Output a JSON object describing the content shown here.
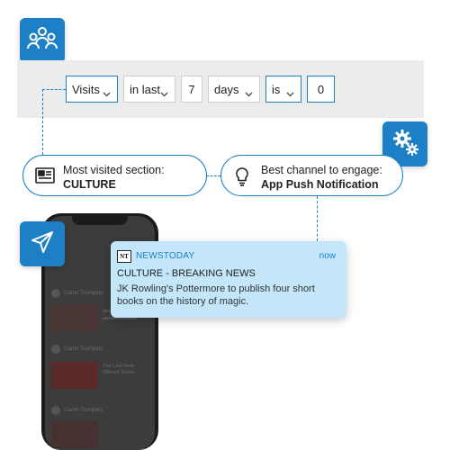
{
  "badges": {
    "audience": "people-group-icon",
    "settings": "gears-icon",
    "send": "paper-plane-icon"
  },
  "filter": {
    "metric": "Visits",
    "period": "in last",
    "amount": "7",
    "unit": "days",
    "operator": "is",
    "value": "0"
  },
  "insights": {
    "section_label": "Most visited section:",
    "section_value": "CULTURE",
    "channel_label": "Best channel to engage:",
    "channel_value": "App Push Notification"
  },
  "notification": {
    "logo": "NT",
    "app_name": "NEWSTODAY",
    "time": "now",
    "title": "CULTURE - BREAKING NEWS",
    "body": "JK Rowling's Pottermore to publish four short books on the history of magic."
  },
  "phone_feed": {
    "source_1": "Carter Trumpets",
    "source_2": "Carter Trumpets",
    "source_3": "Carter Trumpets",
    "headline": "The Last Dont Offered Tastes",
    "accent": "#1d7fc5"
  }
}
